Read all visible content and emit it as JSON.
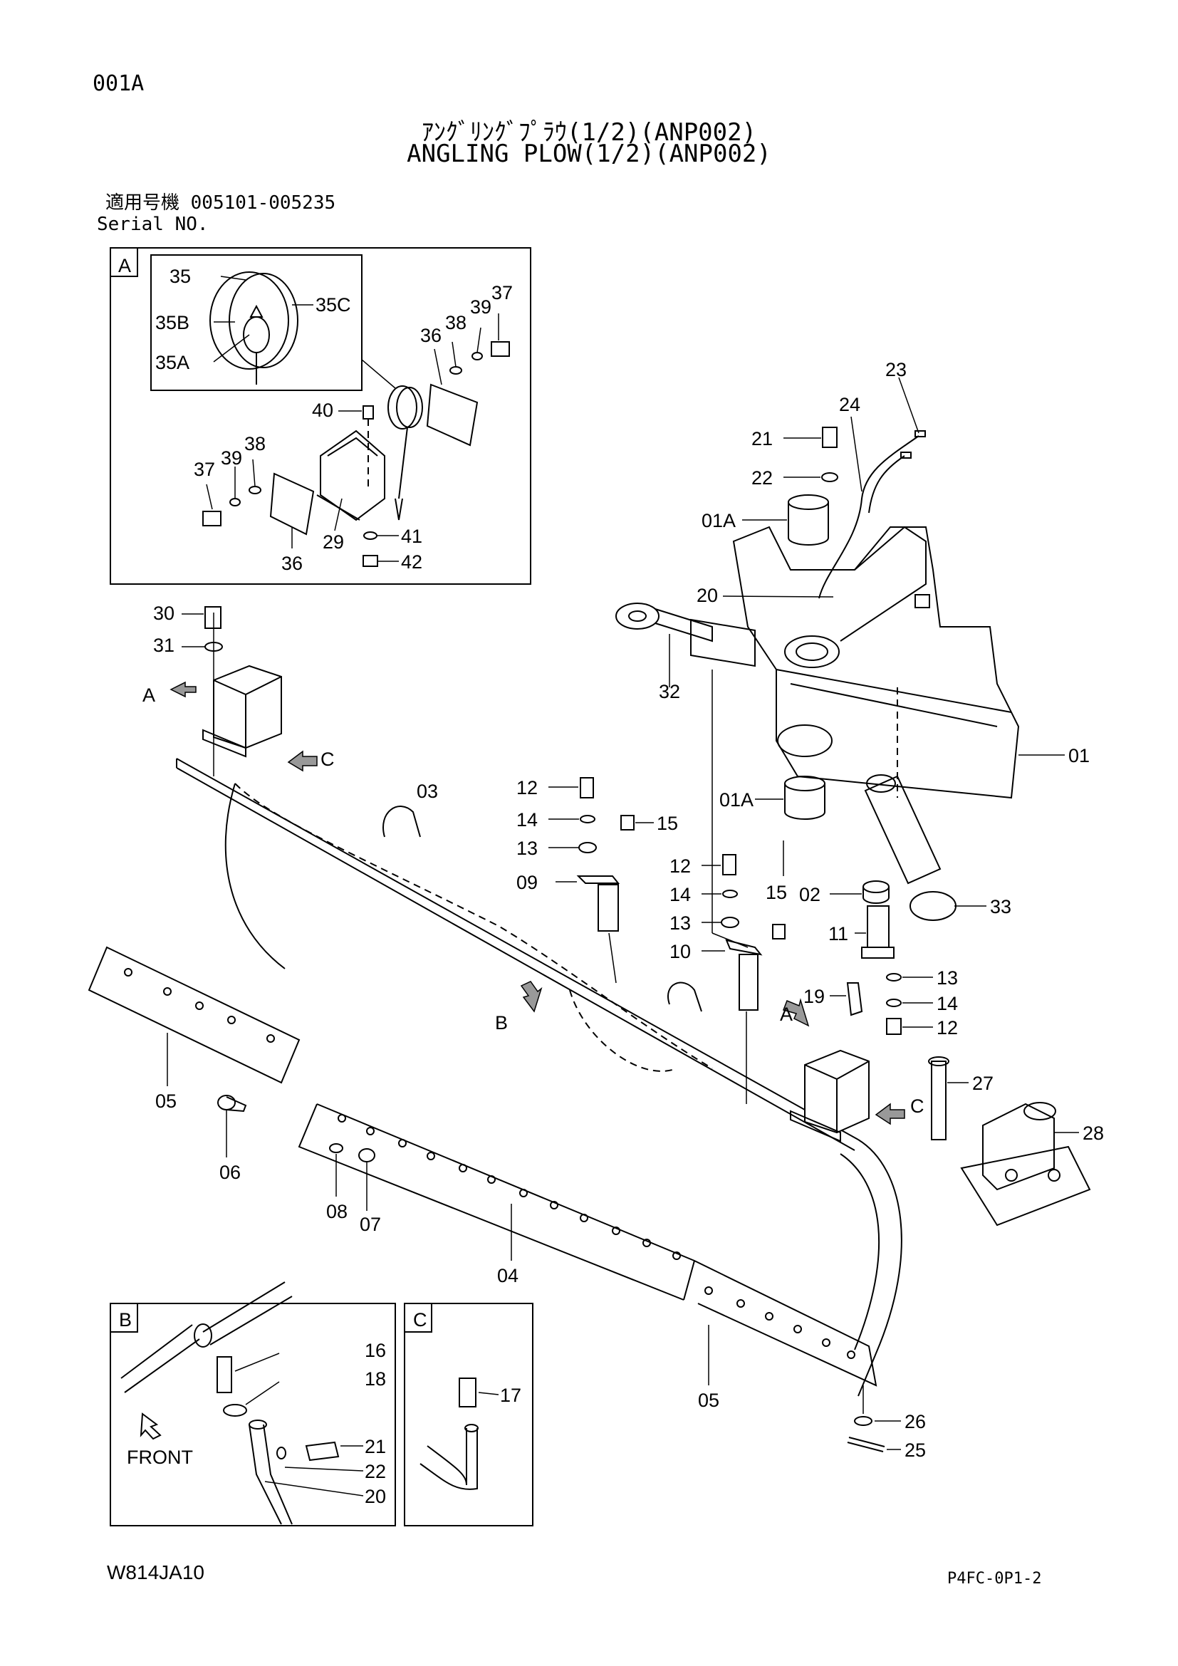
{
  "header": {
    "page_code": "001A",
    "title_jp": "ｱﾝｸﾞﾘﾝｸﾞﾌﾟﾗｳ(1/2)(ANP002)",
    "title_en": "ANGLING PLOW(1/2)(ANP002)",
    "serial_label_jp": "適用号機 005101-005235",
    "serial_label_en": "Serial NO."
  },
  "footer": {
    "left_code": "W814JA10",
    "right_code": "P4FC-0P1-2"
  },
  "detail_boxes": {
    "A": "A",
    "B": "B",
    "C": "C"
  },
  "labels": {
    "front": "FRONT"
  },
  "callouts": {
    "a_35": "35",
    "a_35B": "35B",
    "a_35A": "35A",
    "a_35C": "35C",
    "a_36_top": "36",
    "a_38_top": "38",
    "a_39_top": "39",
    "a_37_top": "37",
    "a_40": "40",
    "a_37_left": "37",
    "a_39_left": "39",
    "a_38_left": "38",
    "a_36_bot": "36",
    "a_29": "29",
    "a_41": "41",
    "a_42": "42",
    "m_23": "23",
    "m_24": "24",
    "m_21": "21",
    "m_22": "22",
    "m_01A_top": "01A",
    "m_20": "20",
    "m_32": "32",
    "m_01": "01",
    "m_01A_bot": "01A",
    "m_02": "02",
    "m_33": "33",
    "m_30": "30",
    "m_31": "31",
    "m_A_left": "A",
    "m_C_left": "C",
    "m_03": "03",
    "m_12a": "12",
    "m_14a": "14",
    "m_15a": "15",
    "m_13a": "13",
    "m_09": "09",
    "m_12b": "12",
    "m_14b": "14",
    "m_15b": "15",
    "m_13b": "13",
    "m_10": "10",
    "m_11": "11",
    "m_13c": "13",
    "m_19": "19",
    "m_14c": "14",
    "m_12c": "12",
    "m_A_right": "A",
    "m_B": "B",
    "m_C_right": "C",
    "m_27": "27",
    "m_28": "28",
    "m_05_left": "05",
    "m_06": "06",
    "m_08": "08",
    "m_07": "07",
    "m_04": "04",
    "m_05_right": "05",
    "m_26": "26",
    "m_25": "25",
    "b_16": "16",
    "b_18": "18",
    "b_21": "21",
    "b_22": "22",
    "b_20": "20",
    "c_17": "17"
  }
}
